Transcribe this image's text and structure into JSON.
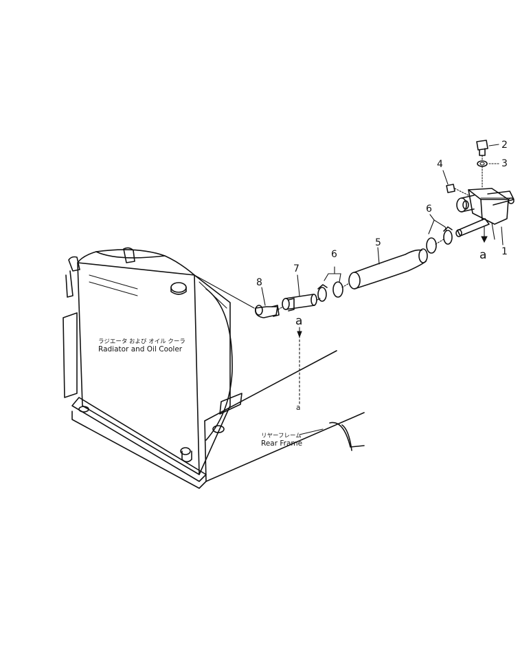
{
  "parts": [
    {
      "number": "1"
    },
    {
      "number": "2"
    },
    {
      "number": "3"
    },
    {
      "number": "4"
    },
    {
      "number": "5"
    },
    {
      "number": "6"
    },
    {
      "number": "6"
    },
    {
      "number": "7"
    },
    {
      "number": "8"
    }
  ],
  "refs": {
    "a_top": "a",
    "a_mid": "a",
    "a_bottom": "a"
  },
  "labels": {
    "radiator_jp": "ラジエータ および オイル クーラ",
    "radiator_en": "Radiator and Oil Cooler",
    "rear_frame_jp": "リヤーフレーム",
    "rear_frame_en": "Rear Frame"
  }
}
